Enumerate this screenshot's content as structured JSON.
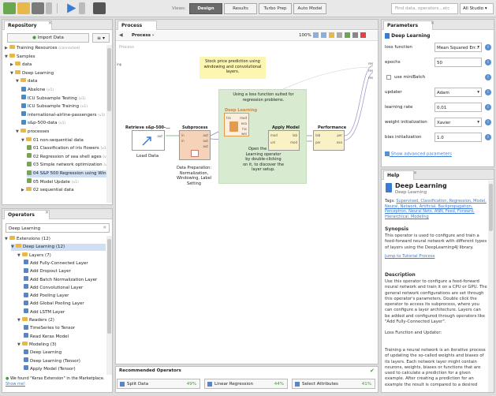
{
  "toolbar": {
    "views_label": "Views:",
    "views": [
      "Design",
      "Results",
      "Turbo Prep",
      "Auto Model"
    ],
    "active_view": "Design",
    "search_placeholder": "Find data, operators...etc",
    "studio": "All Studio"
  },
  "repository": {
    "title": "Repository",
    "import_label": "Import Data",
    "items": [
      {
        "label": "Training Resources",
        "note": "(connected)",
        "level": 0,
        "kind": "folder",
        "open": false
      },
      {
        "label": "Samples",
        "level": 0,
        "kind": "folder",
        "open": true
      },
      {
        "label": "data",
        "level": 1,
        "kind": "folder",
        "open": false
      },
      {
        "label": "Deep Learning",
        "level": 1,
        "kind": "folder",
        "open": true
      },
      {
        "label": "data",
        "level": 2,
        "kind": "folder",
        "open": true
      },
      {
        "label": "Abalone",
        "note": "(v1)",
        "level": 3,
        "kind": "data"
      },
      {
        "label": "ICU Subsample Testing",
        "note": "(v1)",
        "level": 3,
        "kind": "data"
      },
      {
        "label": "ICU Subsample Training",
        "note": "(v1)",
        "level": 3,
        "kind": "data"
      },
      {
        "label": "international-airline-passengers",
        "note": "(v1)",
        "level": 3,
        "kind": "data"
      },
      {
        "label": "s&p-500-data",
        "note": "(v1)",
        "level": 3,
        "kind": "data"
      },
      {
        "label": "processes",
        "level": 2,
        "kind": "folder",
        "open": true
      },
      {
        "label": "01 non-sequential data",
        "level": 3,
        "kind": "folder",
        "open": true
      },
      {
        "label": "01 Classification of iris flowers",
        "note": "(v1)",
        "level": 4,
        "kind": "proc"
      },
      {
        "label": "02 Regression of sea shell ages",
        "note": "(v1)",
        "level": 4,
        "kind": "proc"
      },
      {
        "label": "03 Simple network optimization",
        "note": "(v1)",
        "level": 4,
        "kind": "proc"
      },
      {
        "label": "04 S&P 500 Regression using Windowing",
        "level": 4,
        "kind": "proc",
        "selected": true
      },
      {
        "label": "05 Model Update",
        "note": "(v1)",
        "level": 4,
        "kind": "proc"
      },
      {
        "label": "02 sequential data",
        "level": 3,
        "kind": "folder",
        "open": false
      }
    ]
  },
  "operators": {
    "title": "Operators",
    "search_value": "Deep Learning",
    "items": [
      {
        "label": "Extensions (12)",
        "level": 0,
        "kind": "folder"
      },
      {
        "label": "Deep Learning (12)",
        "level": 1,
        "kind": "folder",
        "selected": true
      },
      {
        "label": "Layers (7)",
        "level": 2,
        "kind": "folder"
      },
      {
        "label": "Add Fully-Connected Layer",
        "level": 3,
        "kind": "op"
      },
      {
        "label": "Add Dropout Layer",
        "level": 3,
        "kind": "op"
      },
      {
        "label": "Add Batch Normalization Layer",
        "level": 3,
        "kind": "op"
      },
      {
        "label": "Add Convolutional Layer",
        "level": 3,
        "kind": "op"
      },
      {
        "label": "Add Pooling Layer",
        "level": 3,
        "kind": "op"
      },
      {
        "label": "Add Global Pooling Layer",
        "level": 3,
        "kind": "op"
      },
      {
        "label": "Add LSTM Layer",
        "level": 3,
        "kind": "op"
      },
      {
        "label": "Readers (2)",
        "level": 2,
        "kind": "folder"
      },
      {
        "label": "TimeSeries to Tensor",
        "level": 3,
        "kind": "op"
      },
      {
        "label": "Read Keras Model",
        "level": 3,
        "kind": "op"
      },
      {
        "label": "Modeling (3)",
        "level": 2,
        "kind": "folder"
      },
      {
        "label": "Deep Learning",
        "level": 3,
        "kind": "op"
      },
      {
        "label": "Deep Learning (Tensor)",
        "level": 3,
        "kind": "op"
      },
      {
        "label": "Apply Model (Tensor)",
        "level": 3,
        "kind": "op"
      }
    ],
    "footer_text": "We found \"Keras Extension\" in the Marketplace.",
    "footer_link": "Show me!"
  },
  "process": {
    "title": "Process",
    "breadcrumb": "Process",
    "zoom": "100%",
    "canvas_label": "Process",
    "note_top": "Stock price prediction using windowing and convolutional layers.",
    "note_group_title": "Using a loss function suited for regression problems.",
    "note_group_body": "Open the Deep Learning operator by double-clicking on it, to discover the layer setup.",
    "op_retrieve": "Retrieve s&p-500-...",
    "op_retrieve_caption": "Load Data",
    "op_subprocess": "Subprocess",
    "op_subprocess_caption": "Data Preparation: Normalization, Windowing, Label Setting",
    "op_deeplearning": "Deep Learning",
    "op_apply": "Apply Model",
    "op_performance": "Performance",
    "port_inp": "inp",
    "port_res": "res",
    "port_out": "out",
    "port_in": "in",
    "port_tra": "tra",
    "port_mod": "mod",
    "port_unl": "unl",
    "port_lab": "lab",
    "port_per": "per",
    "port_exa": "exa",
    "port_his": "his",
    "port_wei": "wei"
  },
  "parameters": {
    "title": "Parameters",
    "operator": "Deep Learning",
    "rows": [
      {
        "label": "loss function",
        "value": "Mean Squared Err...",
        "kind": "select"
      },
      {
        "label": "epochs",
        "value": "50",
        "kind": "text"
      },
      {
        "label": "use miniBatch",
        "value": "",
        "kind": "check"
      },
      {
        "label": "updater",
        "value": "Adam",
        "kind": "select"
      },
      {
        "label": "learning rate",
        "value": "0.01",
        "kind": "text"
      },
      {
        "label": "weight initialization",
        "value": "Xavier",
        "kind": "select"
      },
      {
        "label": "bias initialization",
        "value": "1.0",
        "kind": "text"
      }
    ],
    "advanced_link": "Show advanced parameters"
  },
  "help": {
    "title": "Help",
    "operator": "Deep Learning",
    "subtitle": "Deep Learning",
    "tags_label": "Tags:",
    "tags": "Supervised, Classification, Regression, Model, Neural, Network, Artificial, Backpropagation, Perceptron, Neural Nets, ANN, Feed, Forward, Hierarchical, Modeling",
    "synopsis_title": "Synopsis",
    "synopsis": "This operator is used to configure and train a feed-forward neural network with different types of layers using the DeepLearning4J library.",
    "tutorial_link": "Jump to Tutorial Process",
    "description_title": "Description",
    "description": "Use this operator to configure a feed-forward neural network and train it on a CPU or GPU. The general network configurations are set through this operator's parameters. Double click the operator to access its subprocess, where you can configure a layer architecture. Layers can be added and configured through operators like \"Add Fully-Connected Layer\".",
    "loss_title": "Loss Function and Updater:",
    "loss_text": "Training a neural network is an iterative process of updating the so-called weights and biases of its layers. Each network layer might contain neurons, weights, biases or functions that are used to calculate a prediction for a given example. After creating a prediction for an example the result is compared to a desired"
  },
  "recommended": {
    "title": "Recommended Operators",
    "items": [
      {
        "label": "Split Data",
        "pct": "49%"
      },
      {
        "label": "Linear Regression",
        "pct": "44%"
      },
      {
        "label": "Select Attributes",
        "pct": "41%"
      }
    ]
  },
  "colors": {
    "accent": "#3a7bd5",
    "note_yellow": "#fdf6b0",
    "group_green": "#d8ebd0",
    "op_orange": "#f6d3b8",
    "op_yellow": "#faf1c4"
  }
}
